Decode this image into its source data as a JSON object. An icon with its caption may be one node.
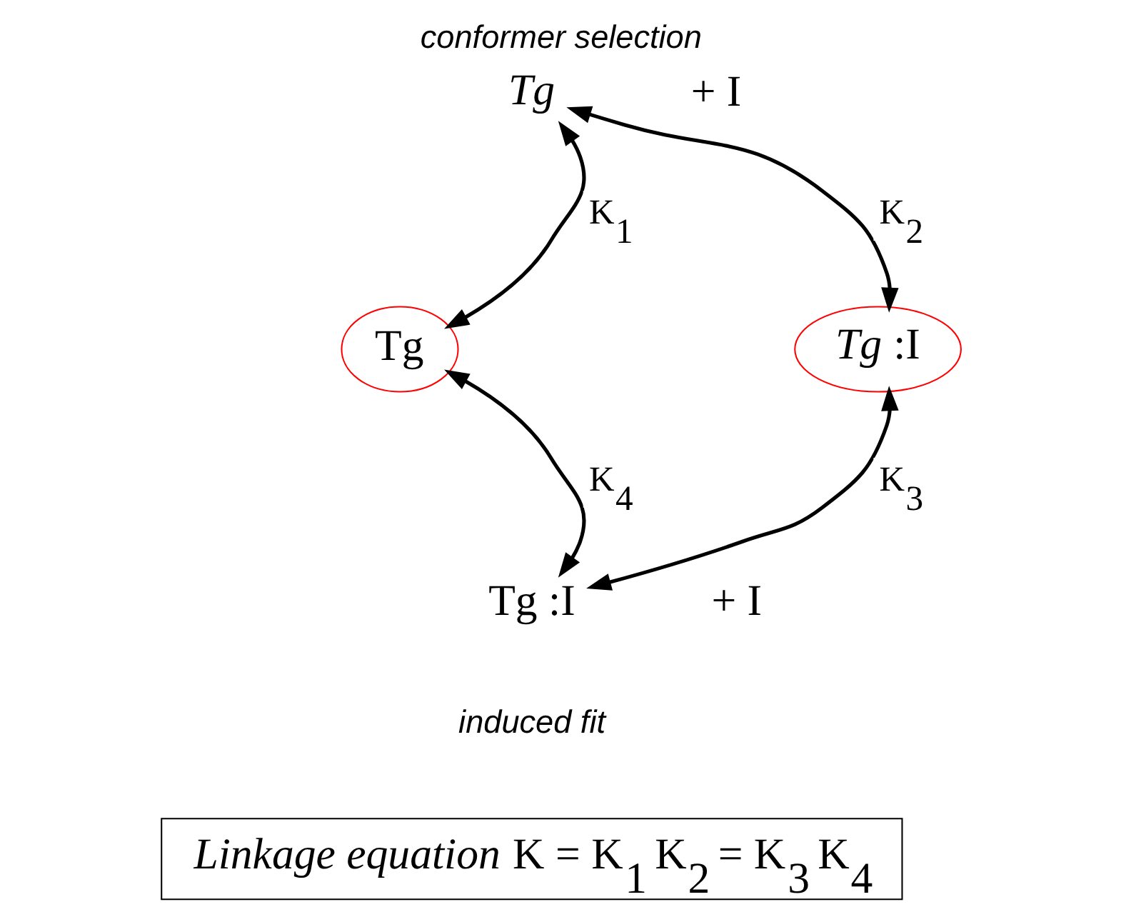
{
  "diagram": {
    "title": "conformer selection",
    "caption": "*Linkage equation* K = K$_{1}$ K$_{2}$ = K$_{3}$ K$_{4}$",
    "nodes": [
      {
        "text": [
          "Tg"
        ]
      },
      {
        "text": [
          "Tg"
        ]
      },
      {
        "text": [
          "*Tg* :I"
        ]
      },
      {
        "text": [
          "Tg :I"
        ]
      }
    ],
    "edges": [
      {
        "from": 0,
        "to": 1,
        "arrow": "both",
        "label": "K$_{1}$"
      },
      {
        "from": 1,
        "to": 2,
        "arrow": "both",
        "label": "K$_{2}$"
      },
      {
        "from": 2,
        "to": 3,
        "arrow": "both",
        "label": "K$_{3}$"
      },
      {
        "from": 0,
        "to": 3,
        "arrow": "both",
        "label": "K$_{4}$"
      }
    ],
    "labels": [
      "+ I",
      "+ I",
      "induced fit"
    ]
  }
}
